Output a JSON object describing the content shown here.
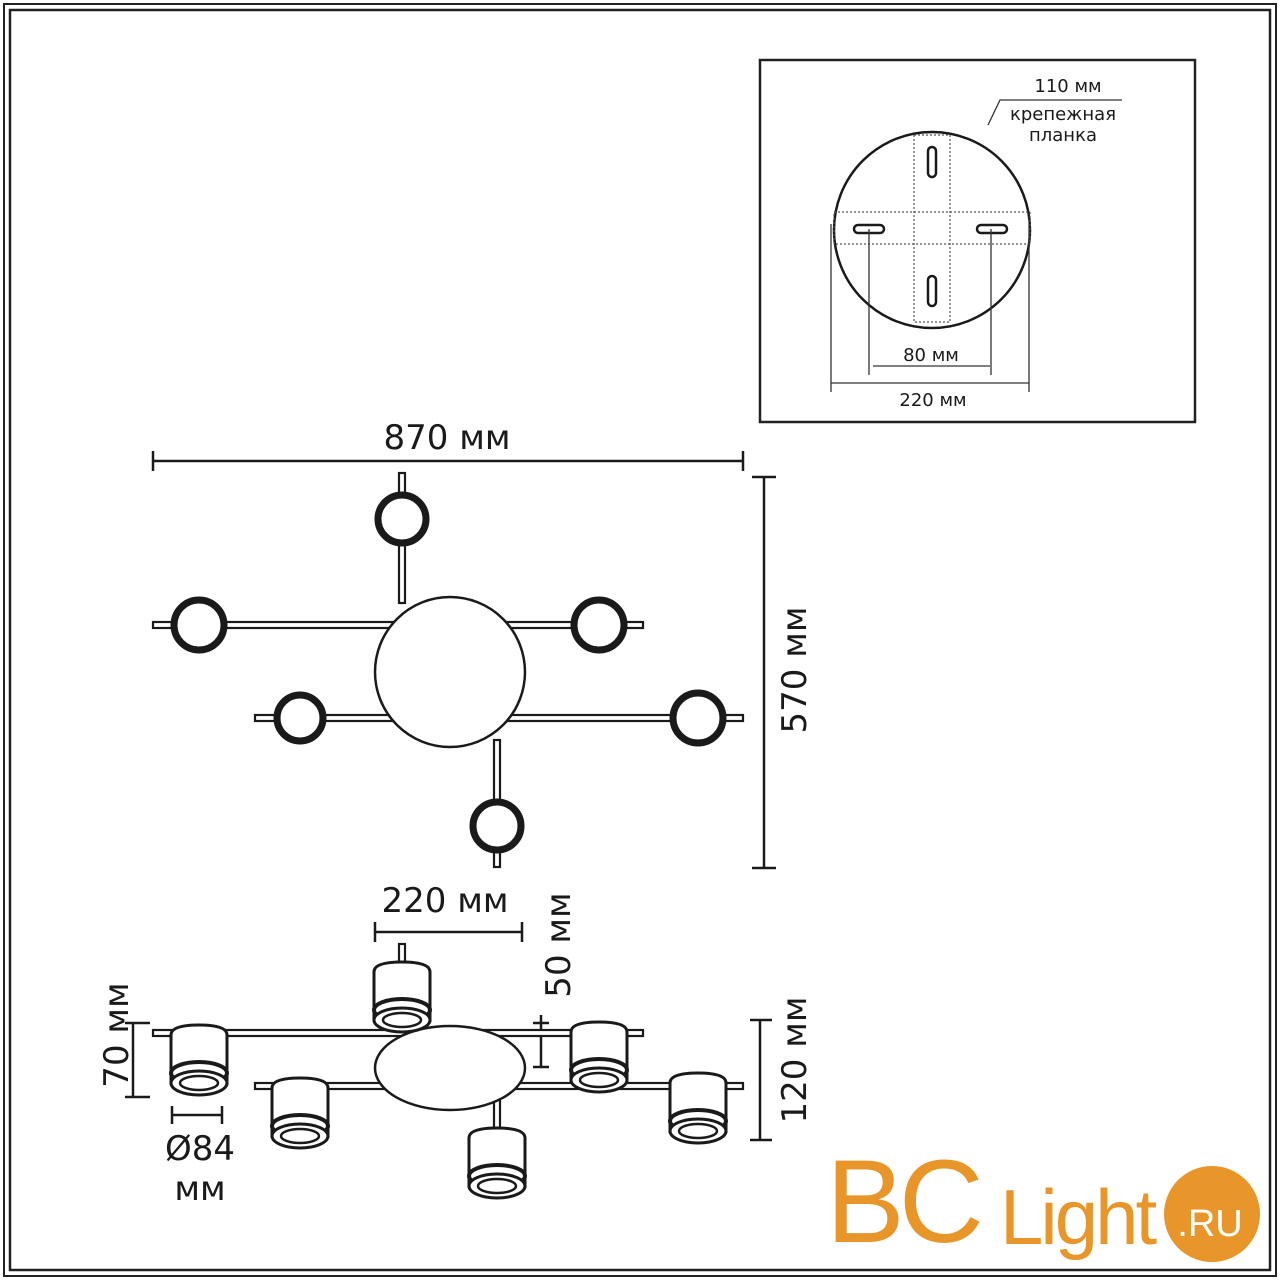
{
  "mount_plate": {
    "bracket_size": "110 мм",
    "bracket_label_line1": "крепежная",
    "bracket_label_line2": "планка",
    "hole_spacing": "80 мм",
    "diameter": "220 мм"
  },
  "top_view": {
    "width": "870 мм",
    "depth": "570 мм"
  },
  "side_view": {
    "base_diameter": "220 мм",
    "base_height": "50 мм",
    "shade_height": "70 мм",
    "shade_diameter": "Ø84",
    "shade_diameter_unit": "мм",
    "total_height": "120 мм"
  },
  "watermark": {
    "text_main": "BC",
    "text_light": "Light",
    "text_domain": ".RU",
    "color": "#e8952a"
  }
}
